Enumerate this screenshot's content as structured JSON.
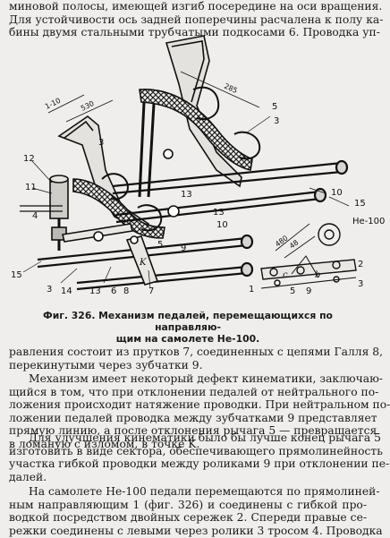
{
  "top_paragraph": [
    "миновой полосы, имеющей изгиб посередине на оси вращения.",
    "Для устойчивости ось задней поперечины расчалена к полу ка-",
    "бины двумя стальными трубчатыми подкосами 6. Проводка уп-"
  ],
  "figure": {
    "caption_lines": [
      "Фиг. 326. Механизм педалей, перемещающихся по направляю-",
      "щим на самолете Не-100."
    ],
    "labels": {
      "l12": "12",
      "l11": "11",
      "l4": "4",
      "l15a": "15",
      "l3a": "3",
      "l14": "14",
      "l13a": "13",
      "l6": "6",
      "l8": "8",
      "l7": "7",
      "l5a": "5",
      "l9a": "9",
      "l3b": "3",
      "l13b": "13",
      "l13c": "13",
      "l5b": "5",
      "l3c": "3",
      "l10a": "10",
      "l10b": "10",
      "l15b": "15",
      "l5c": "5",
      "l9b": "9",
      "l1": "1",
      "l2": "2",
      "l3d": "3",
      "model": "He-100",
      "K": "K",
      "c": "c",
      "b": "b"
    },
    "dims": {
      "d110": "1-10",
      "d530": "530",
      "d285": "285",
      "d480": "480",
      "d48": "48"
    }
  },
  "paragraphs": [
    [
      "равления состоит из прутков 7, соединенных с цепями Галля 8,",
      "перекинутыми через зубчатки 9."
    ],
    [
      "Механизм имеет некоторый дефект кинематики, заключаю-",
      "щийся в том, что при отклонении педалей от нейтрального по-",
      "ложения происходит натяжение проводки. При нейтральном по-",
      "ложении педалей проводка между зубчатками 9 представляет",
      "прямую линию, а после отклонения рычага 5 — превращается",
      "в ломаную с изломом, в точке K."
    ],
    [
      "Для улучшения кинематики было бы лучше конец рычага 5",
      "изготовить в виде сектора, обеспечивающего прямолинейность",
      "участка гибкой проводки между роликами 9 при отклонении пе-",
      "далей."
    ],
    [
      "На самолете Не-100 педали перемещаются по прямолиней-",
      "ным направляющим 1 (фиг. 326) и соединены с гибкой про-",
      "водкой посредством двойных сережек 2. Спереди правые се-",
      "режки соединены с левыми через ролики 3 тросом 4. Проводка"
    ]
  ]
}
